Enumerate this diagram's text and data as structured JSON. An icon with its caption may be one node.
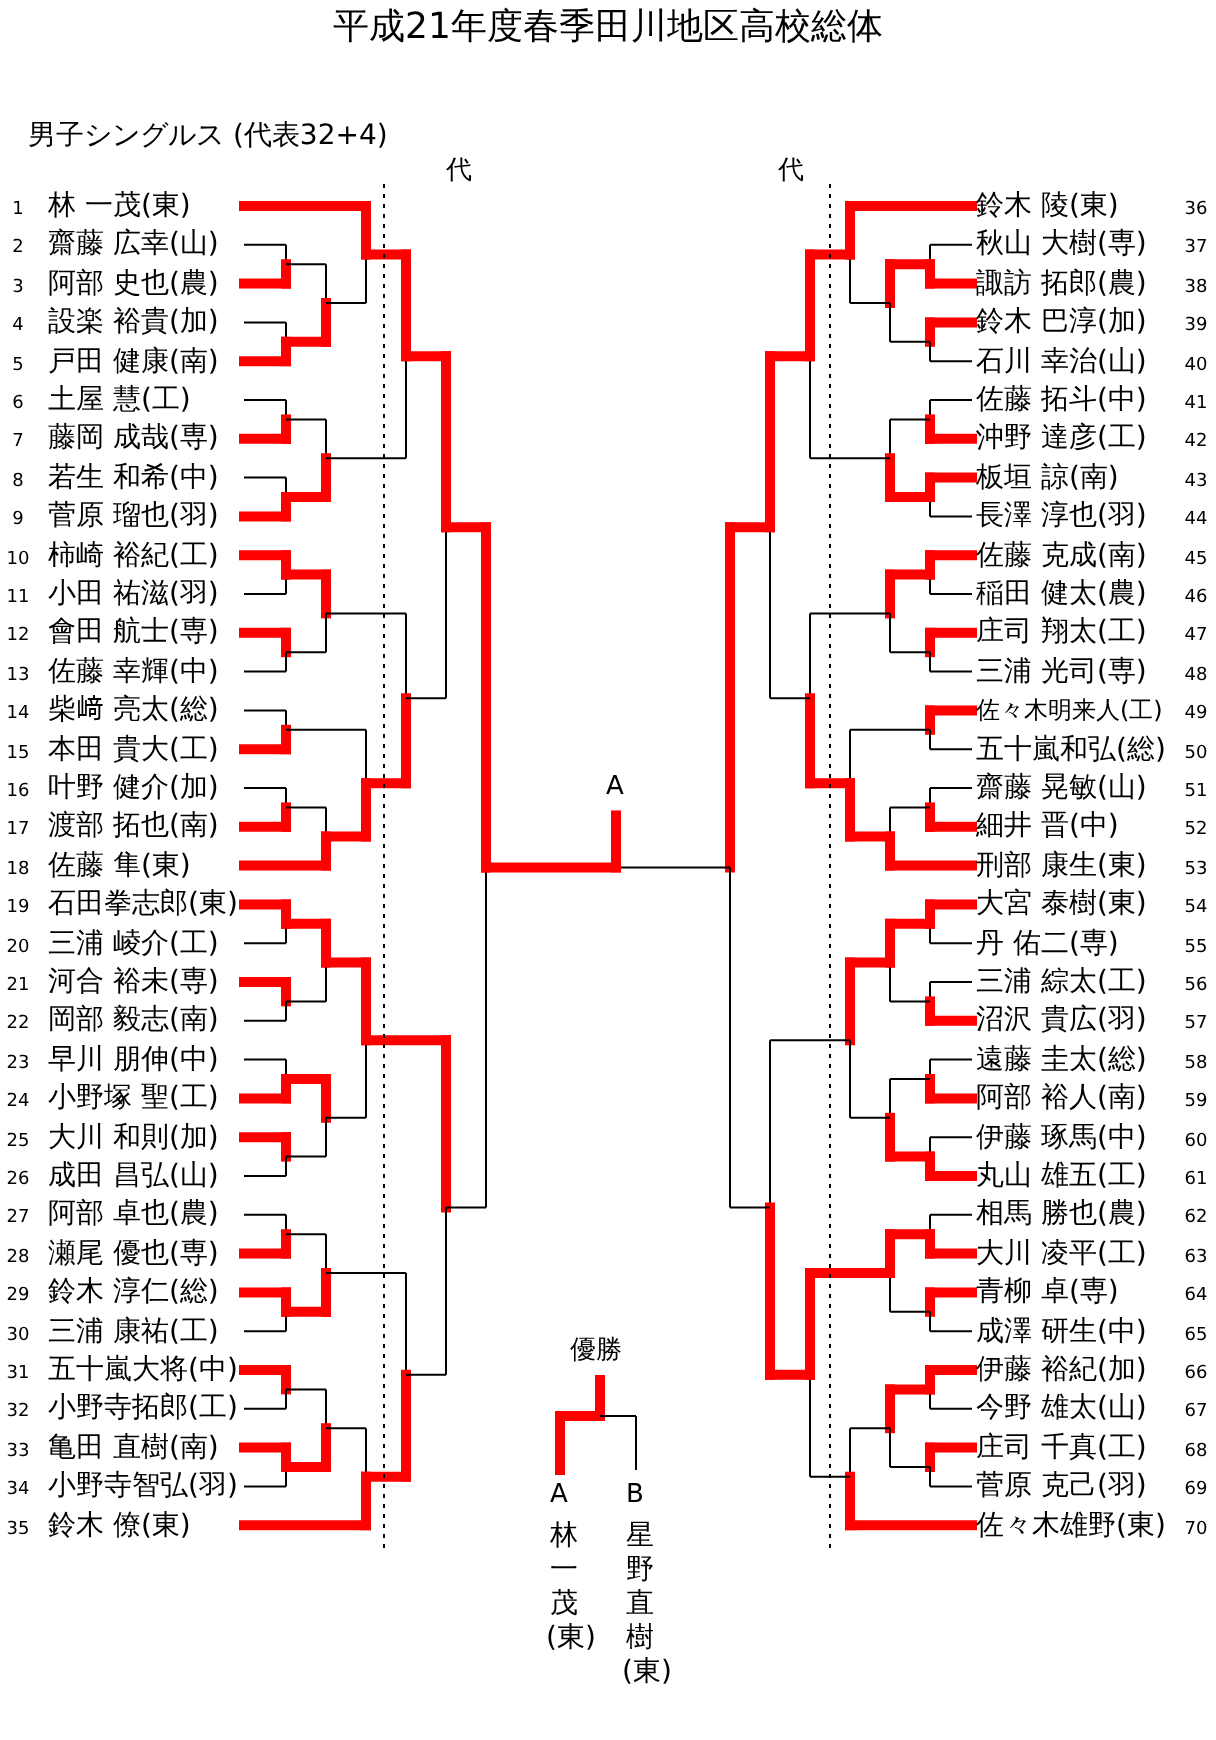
{
  "diagram": {
    "title": "平成21年度春季田川地区高校総体",
    "labels": [
      "男子シングルス (代表32+4)",
      "代",
      "代",
      "1",
      "林 一茂(東)",
      "2",
      "齋藤 広幸(山)",
      "3",
      "阿部 史也(農)",
      "4",
      "設楽 裕貴(加)",
      "5",
      "戸田 健康(南)",
      "6",
      "土屋 慧(工)",
      "7",
      "藤岡 成哉(専)",
      "8",
      "若生 和希(中)",
      "9",
      "菅原 瑠也(羽)",
      "10",
      "柿崎 裕紀(工)",
      "11",
      "小田 祐滋(羽)",
      "12",
      "會田 航士(専)",
      "13",
      "佐藤 幸輝(中)",
      "14",
      "柴﨑 亮太(総)",
      "15",
      "本田 貴大(工)",
      "16",
      "叶野 健介(加)",
      "17",
      "渡部 拓也(南)",
      "18",
      "佐藤 隼(東)",
      "19",
      "石田拳志郎(東)",
      "20",
      "三浦 崚介(工)",
      "21",
      "河合 裕未(専)",
      "22",
      "岡部 毅志(南)",
      "23",
      "早川 朋伸(中)",
      "24",
      "小野塚 聖(工)",
      "25",
      "大川 和則(加)",
      "26",
      "成田 昌弘(山)",
      "27",
      "阿部 卓也(農)",
      "28",
      "瀬尾 優也(専)",
      "29",
      "鈴木 淳仁(総)",
      "30",
      "三浦 康祐(工)",
      "31",
      "五十嵐大将(中)",
      "32",
      "小野寺拓郎(工)",
      "33",
      "亀田 直樹(南)",
      "34",
      "小野寺智弘(羽)",
      "35",
      "鈴木 僚(東)",
      "鈴木 陵(東)",
      "36",
      "秋山 大樹(専)",
      "37",
      "諏訪 拓郎(農)",
      "38",
      "鈴木 巴淳(加)",
      "39",
      "石川 幸治(山)",
      "40",
      "佐藤 拓斗(中)",
      "41",
      "沖野 達彦(工)",
      "42",
      "板垣 諒(南)",
      "43",
      "長澤 淳也(羽)",
      "44",
      "佐藤 克成(南)",
      "45",
      "稲田 健太(農)",
      "46",
      "庄司 翔太(工)",
      "47",
      "三浦 光司(専)",
      "48",
      "佐々木明来人(工)",
      "49",
      "五十嵐和弘(総)",
      "50",
      "齋藤 晃敏(山)",
      "51",
      "細井 晋(中)",
      "52",
      "刑部 康生(東)",
      "53",
      "大宮 泰樹(東)",
      "54",
      "丹 佑二(専)",
      "55",
      "三浦 綜太(工)",
      "56",
      "沼沢 貴広(羽)",
      "57",
      "遠藤 圭太(総)",
      "58",
      "阿部 裕人(南)",
      "59",
      "伊藤 琢馬(中)",
      "60",
      "丸山 雄五(工)",
      "61",
      "相馬 勝也(農)",
      "62",
      "大川 凌平(工)",
      "63",
      "青柳 卓(専)",
      "64",
      "成澤 研生(中)",
      "65",
      "伊藤 裕紀(加)",
      "66",
      "今野 雄太(山)",
      "67",
      "庄司 千真(工)",
      "68",
      "菅原 克己(羽)",
      "69",
      "佐々木雄野(東)",
      "70",
      "A",
      "優勝",
      "A",
      "B",
      "林一茂(東)",
      "星野直樹(東)"
    ]
  }
}
